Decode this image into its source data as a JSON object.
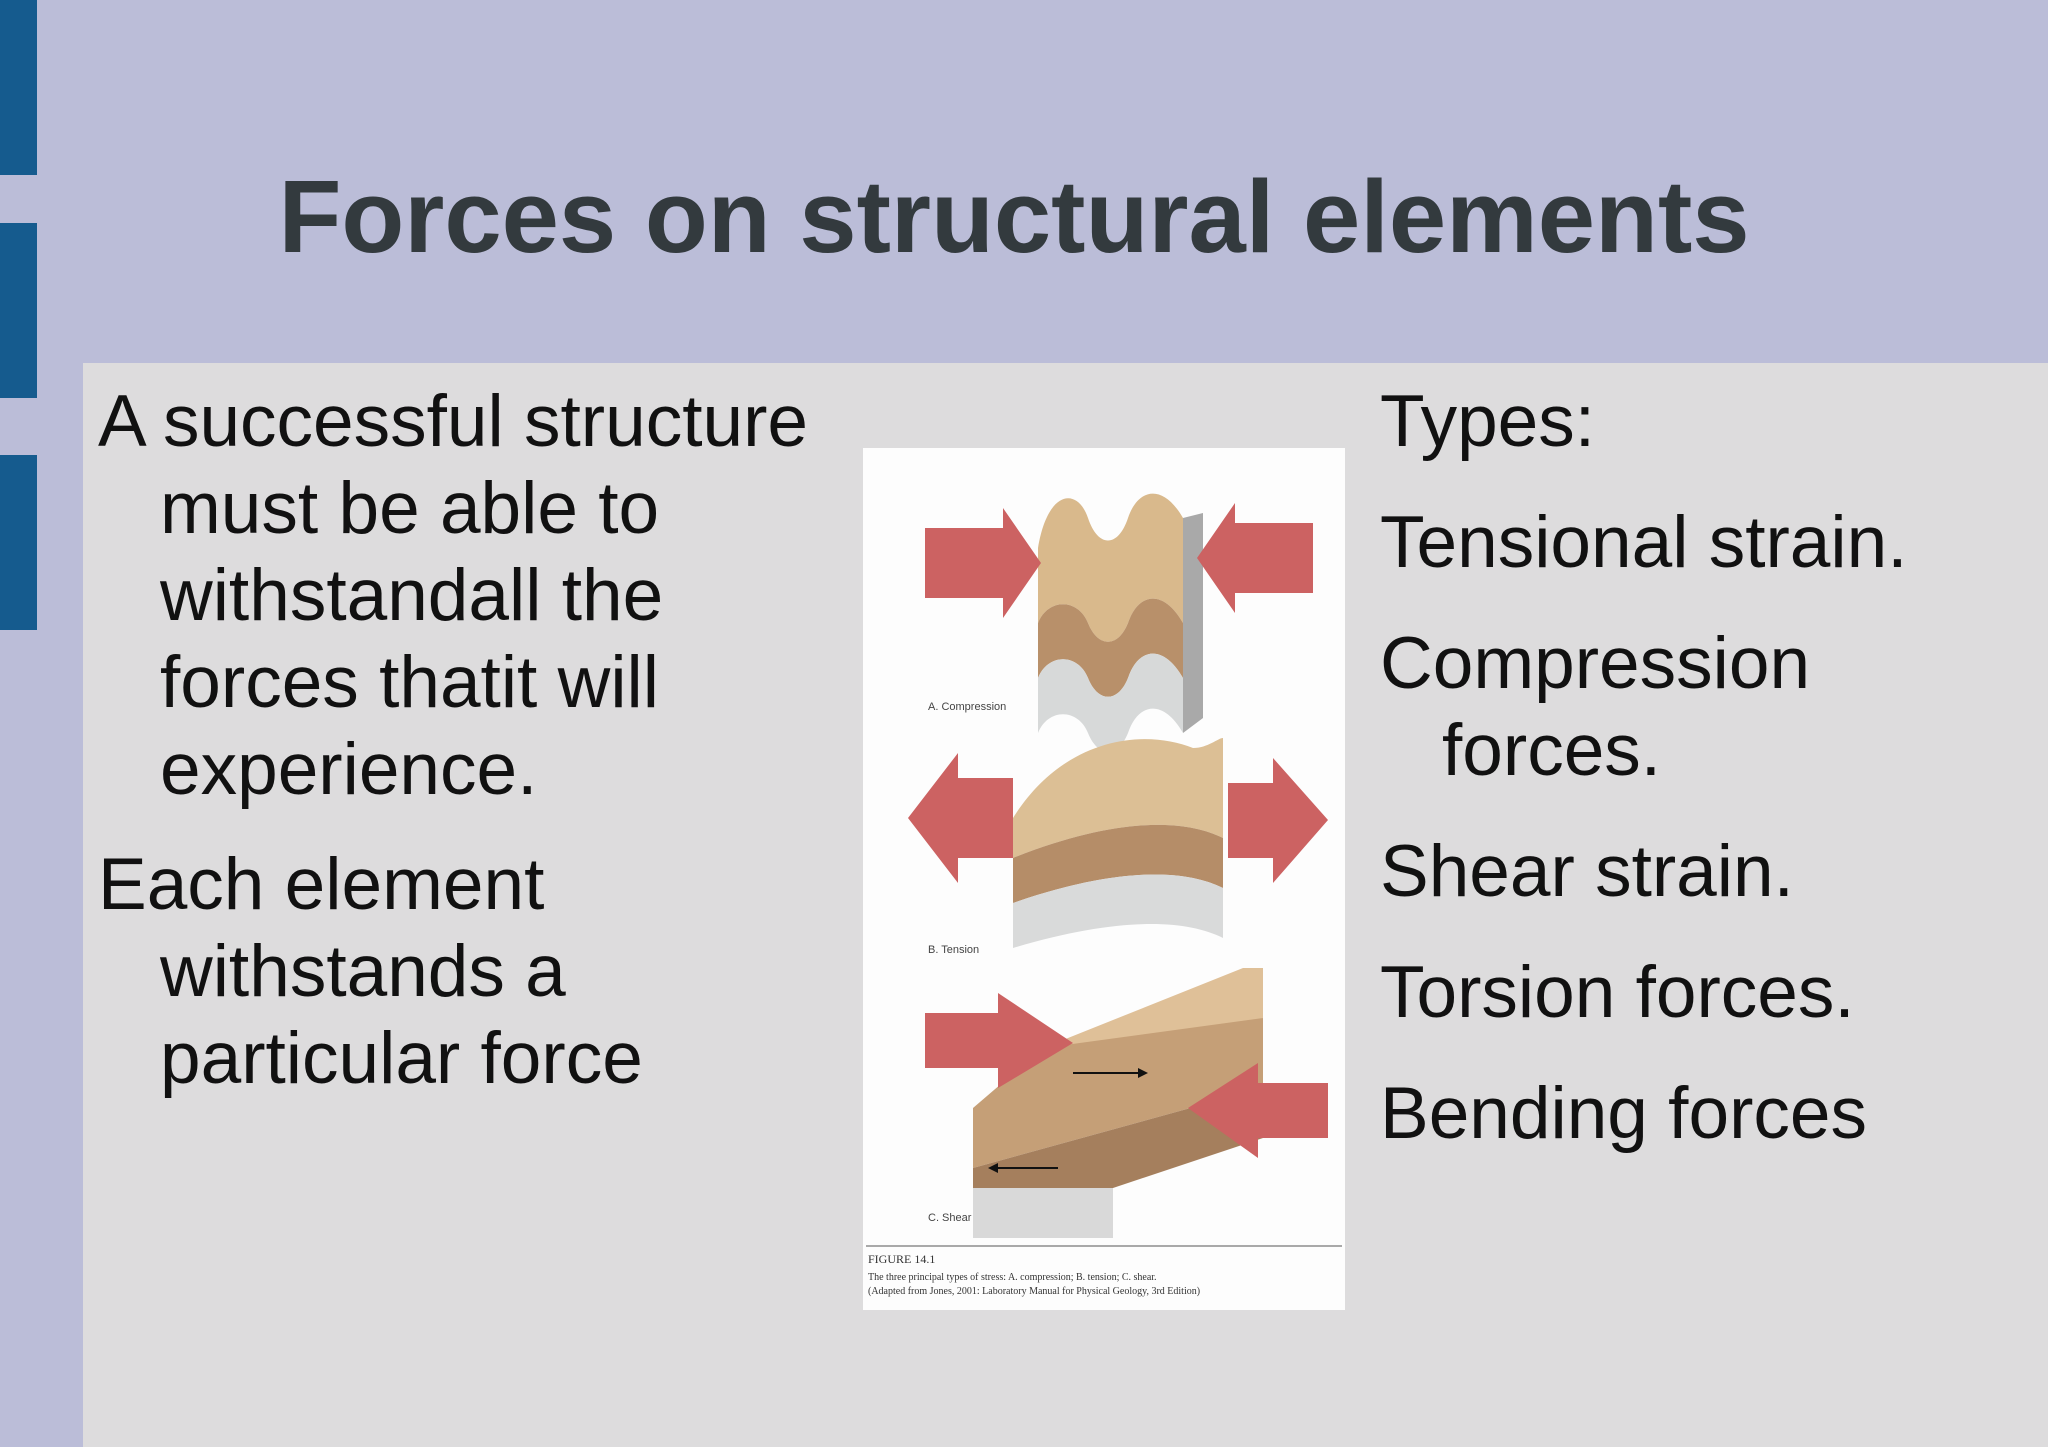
{
  "slide": {
    "title": "Forces on structural elements",
    "left_paragraphs": [
      "A successful structure must be able to withstandall the forces thatit will experience.",
      "Each element withstands a particular force"
    ],
    "right_items": [
      "Types:",
      "Tensional strain.",
      "Compression forces.",
      "Shear strain.",
      "Torsion forces.",
      "Bending forces"
    ],
    "figure": {
      "label_a": "A. Compression",
      "label_b": "B. Tension",
      "label_c": "C. Shear",
      "caption_title": "FIGURE 14.1",
      "caption_line1": "The three principal types of stress: A. compression; B. tension; C. shear.",
      "caption_line2": "(Adapted from Jones, 2001: Laboratory Manual for Physical Geology, 3rd Edition)"
    }
  }
}
